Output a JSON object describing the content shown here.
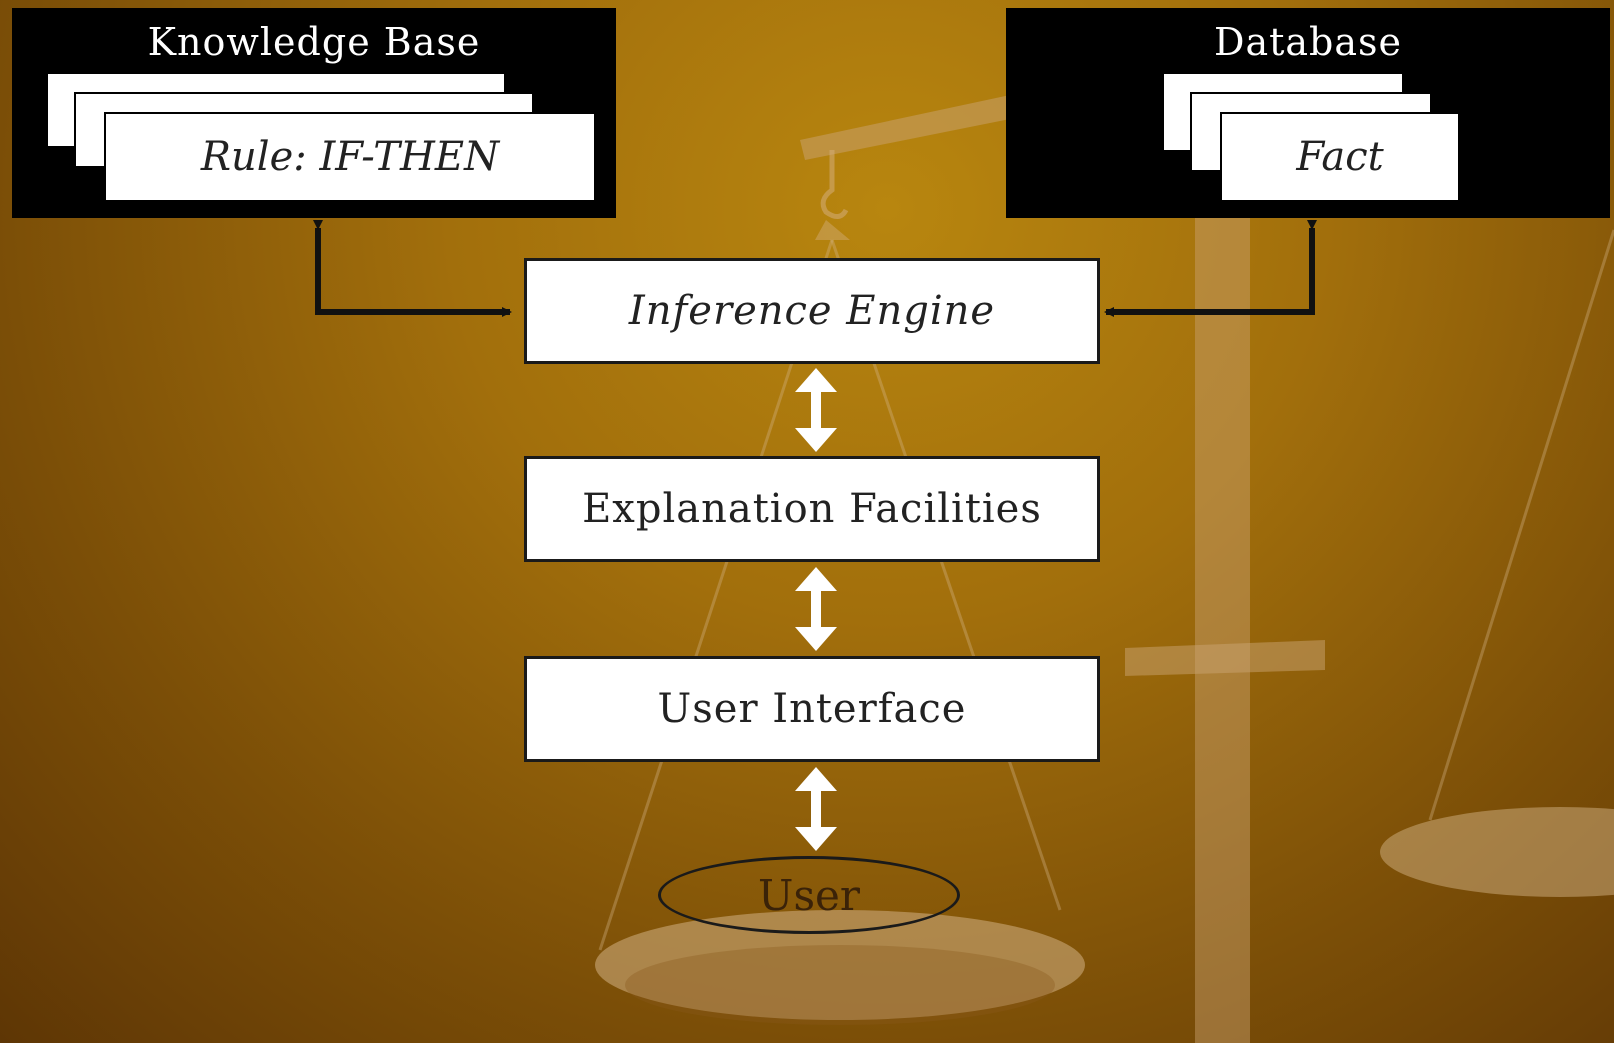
{
  "knowledge_base": {
    "title": "Knowledge Base",
    "card_label": "Rule: IF-THEN"
  },
  "database": {
    "title": "Database",
    "card_label": "Fact"
  },
  "nodes": {
    "inference_engine": "Inference Engine",
    "explanation_facilities": "Explanation Facilities",
    "user_interface": "User Interface",
    "user": "User"
  },
  "colors": {
    "background": "#a26f0c",
    "panel": "#000000",
    "node_fill": "#ffffff",
    "arrow_dark": "#111111",
    "arrow_light": "#ffffff"
  }
}
